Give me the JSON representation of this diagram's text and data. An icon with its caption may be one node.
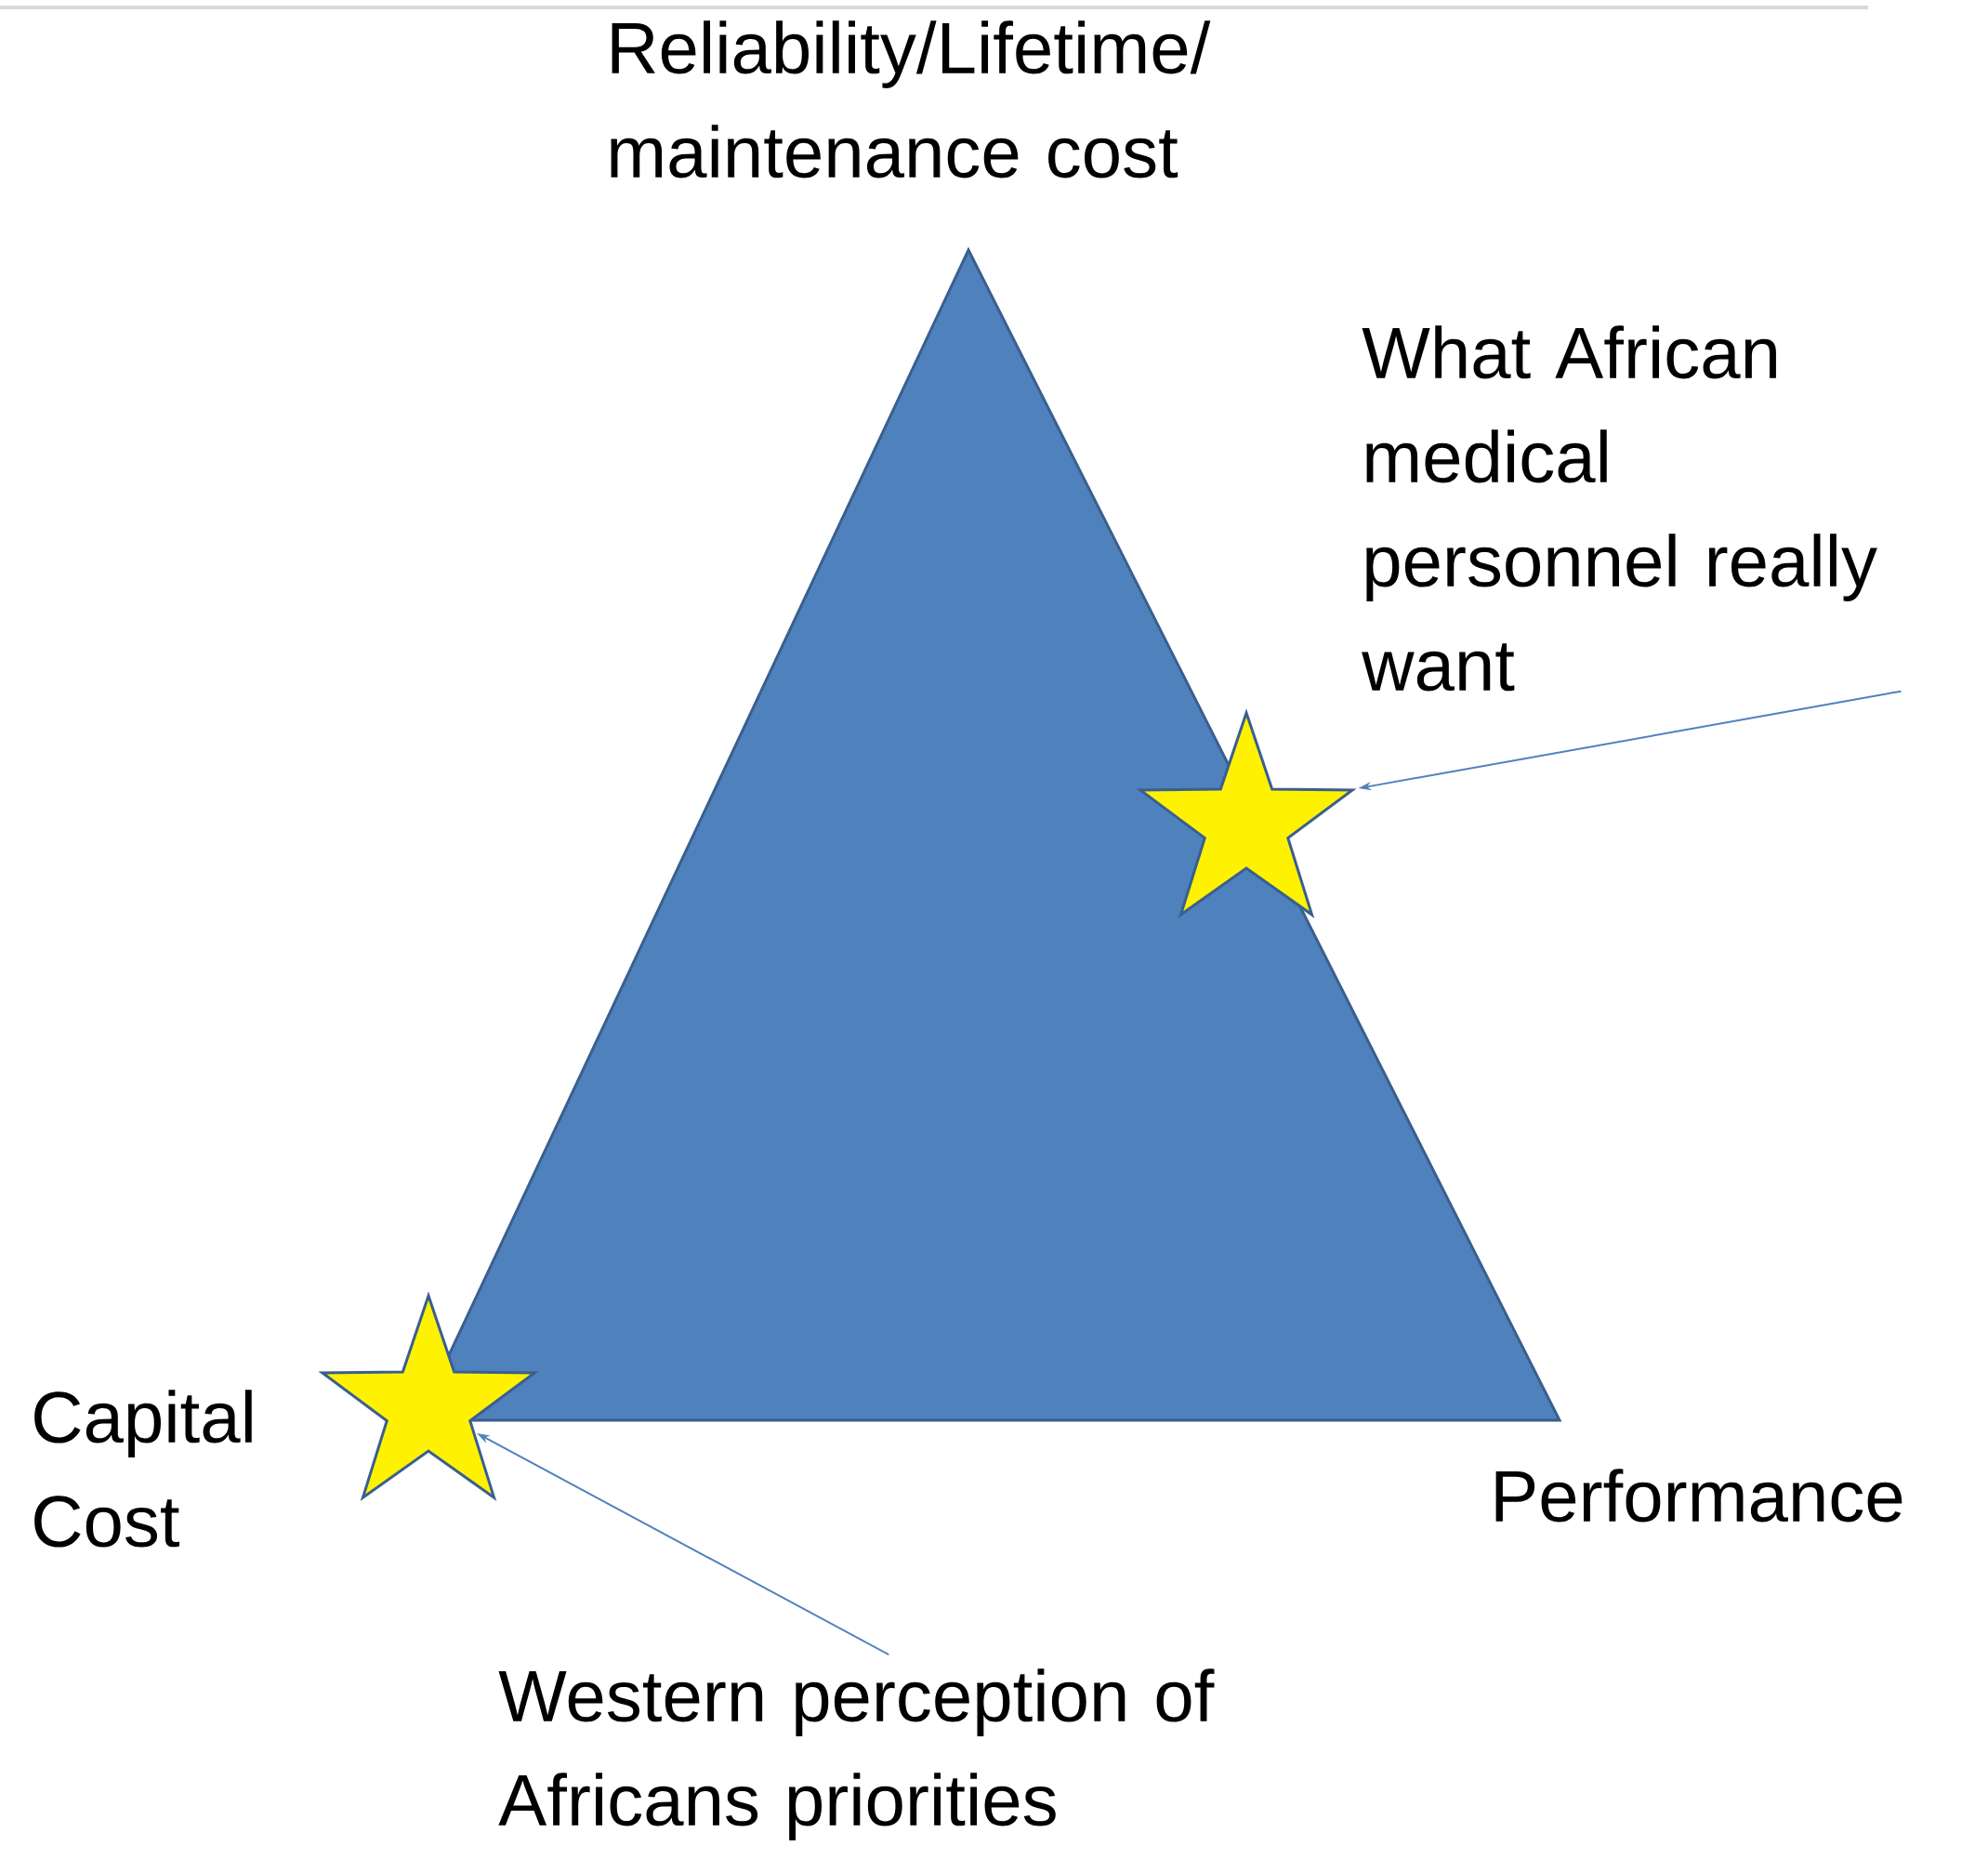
{
  "diagram": {
    "nodes": [
      {
        "text": [
          "What African medical personnel really want"
        ]
      },
      {
        "text": [],
        "shape": "star"
      },
      {
        "text": [],
        "shape": "star"
      },
      {
        "text": [
          "Western perception of Africans priorities"
        ]
      }
    ],
    "edges": [
      {
        "from": 0,
        "to": 1,
        "arrow": "to"
      },
      {
        "from": 3,
        "to": 2,
        "arrow": "to"
      }
    ],
    "labels": [
      "Reliability/Lifetime/ maintenance cost",
      "Capital Cost",
      "Performance"
    ]
  }
}
